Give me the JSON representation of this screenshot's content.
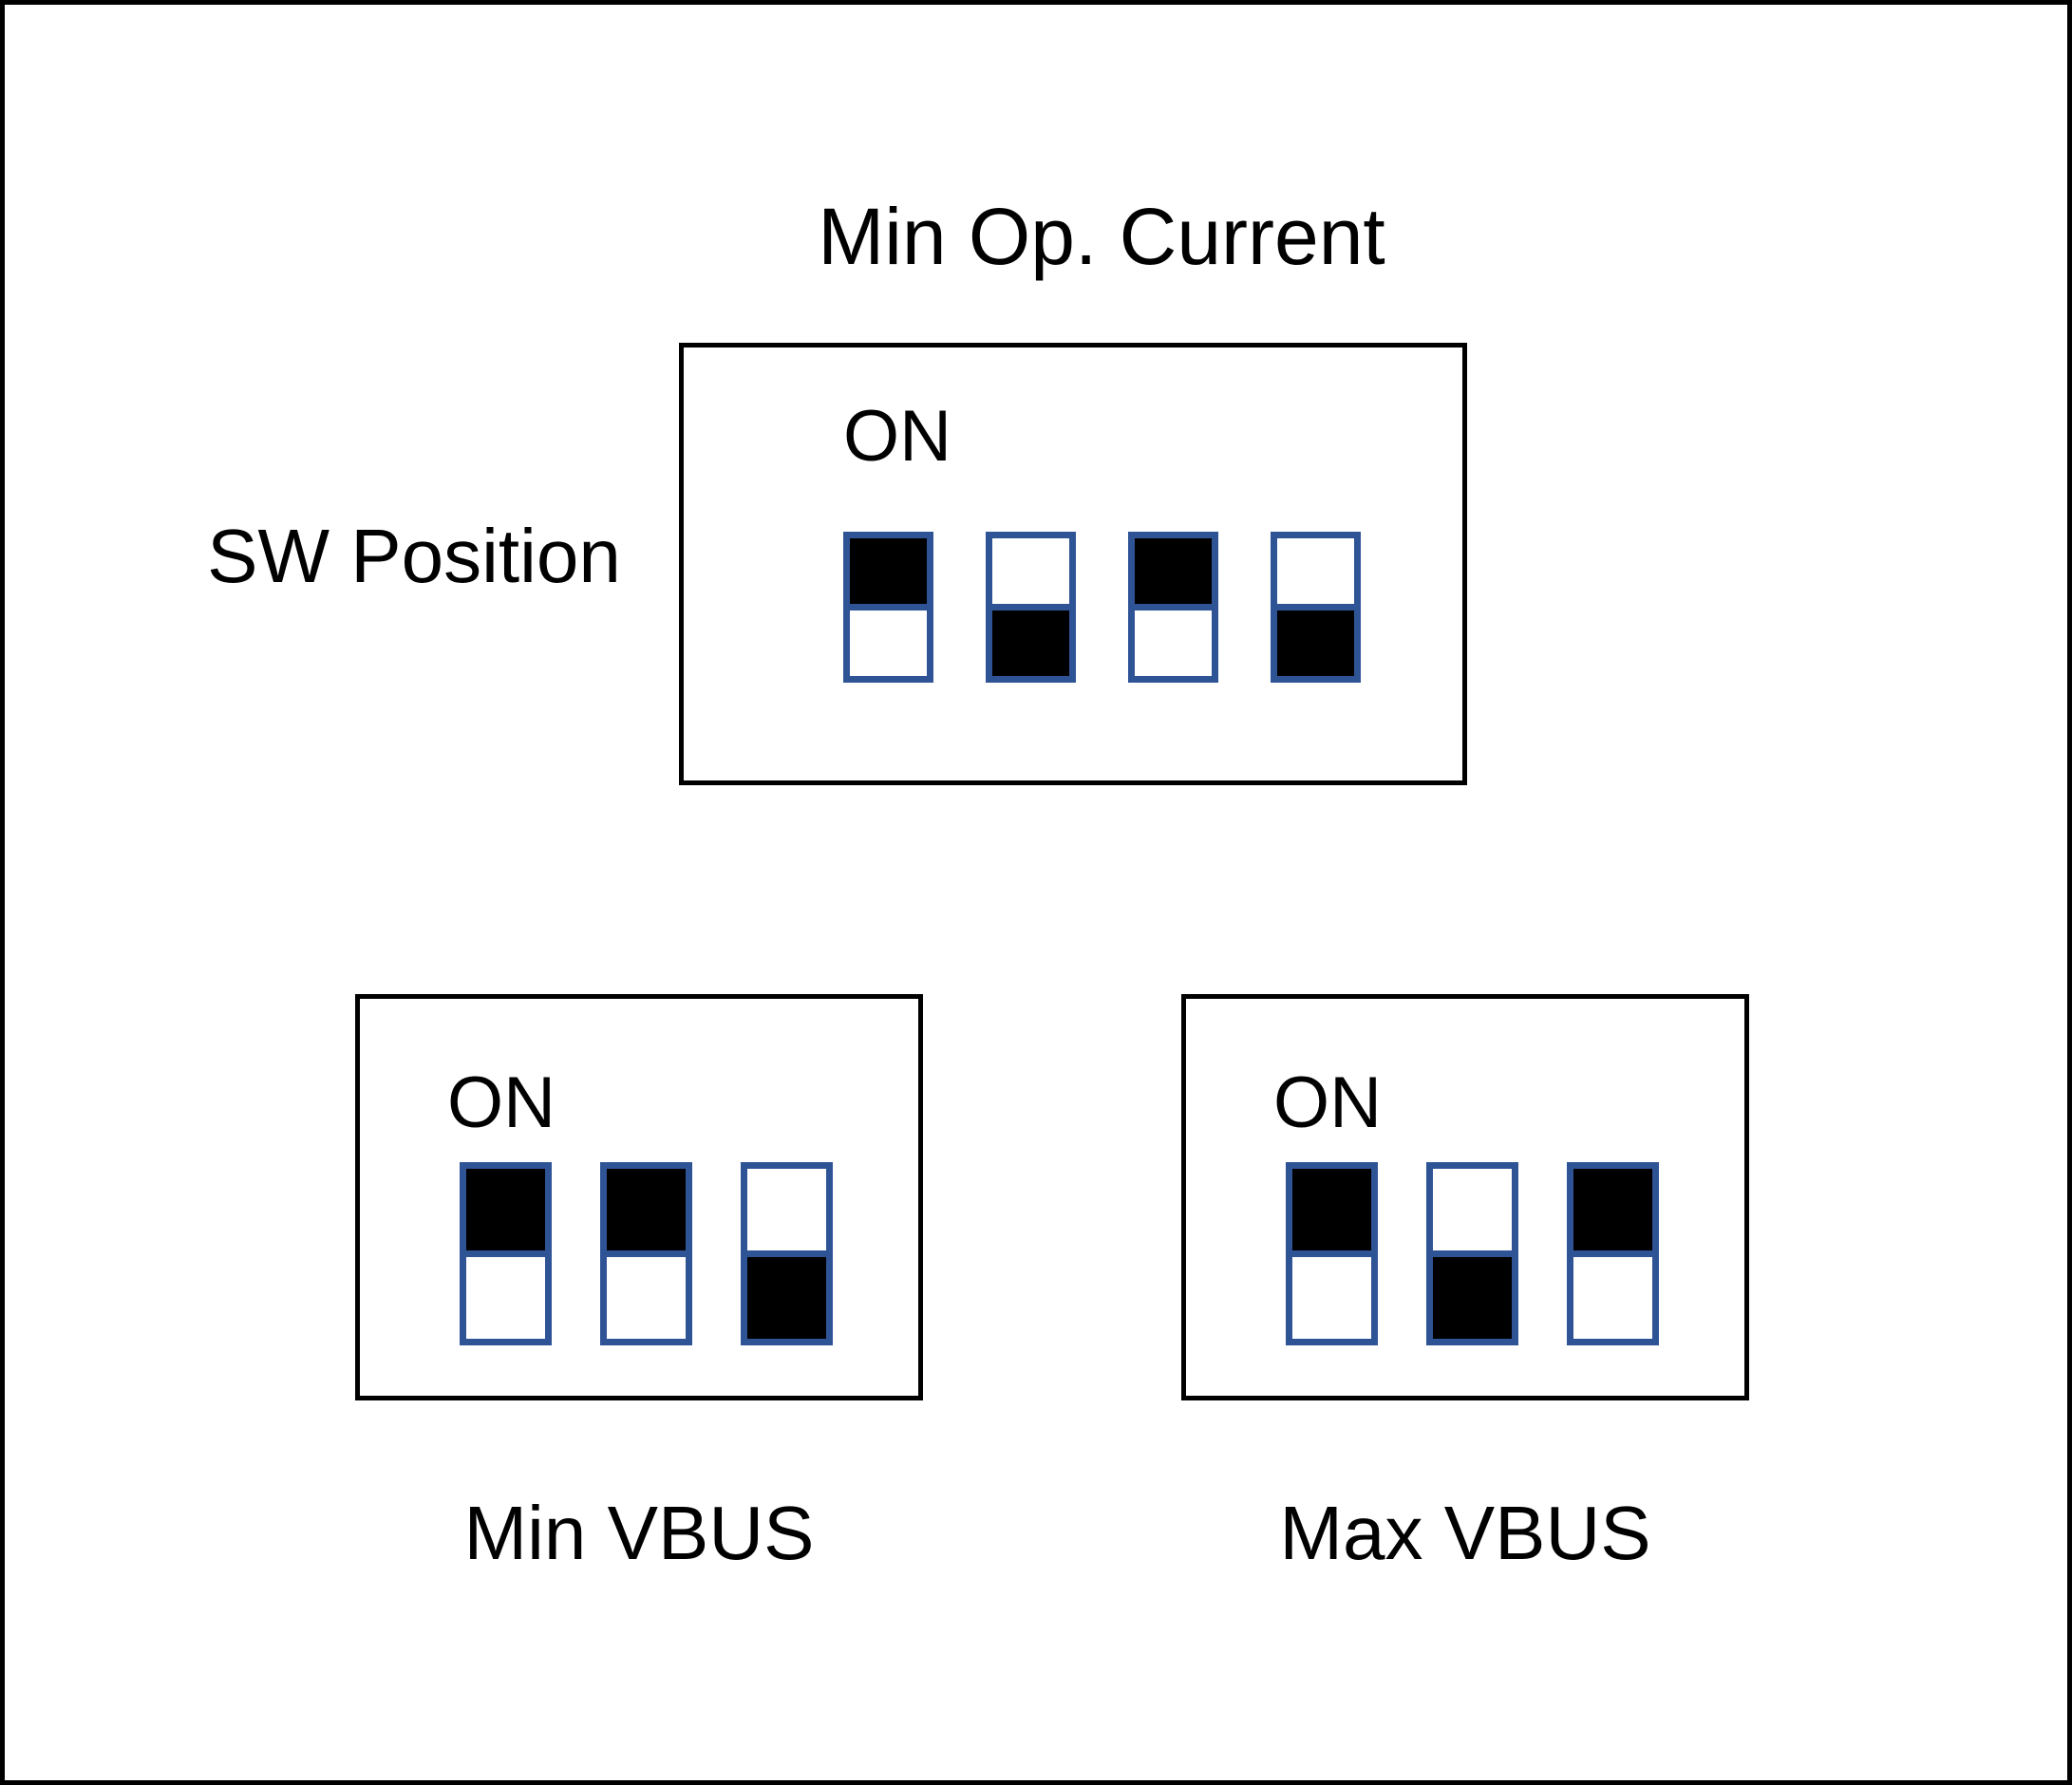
{
  "figure": {
    "title": "Min Op. Current",
    "side_label": "SW Position",
    "colors": {
      "switch_border": "#2F5496",
      "switch_fill": "#000000",
      "box_border": "#000000",
      "background": "#FFFFFF"
    },
    "top_panel": {
      "on_label": "ON",
      "switches": [
        "on",
        "off",
        "on",
        "off"
      ]
    },
    "bottom_left_panel": {
      "on_label": "ON",
      "switches": [
        "on",
        "on",
        "off"
      ],
      "caption": "Min VBUS"
    },
    "bottom_right_panel": {
      "on_label": "ON",
      "switches": [
        "on",
        "off",
        "on"
      ],
      "caption": "Max VBUS"
    }
  }
}
